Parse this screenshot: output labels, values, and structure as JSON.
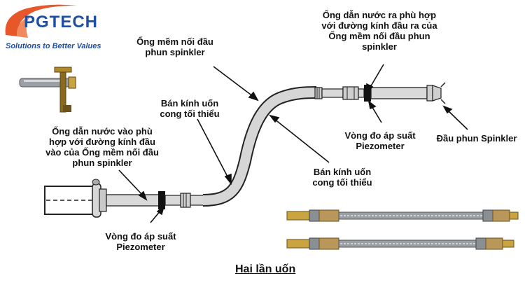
{
  "logo": {
    "brand": "PGTECH",
    "tagline": "Solutions to Better Values",
    "accent_color": "#e8572a",
    "brand_color": "#1f4fa3"
  },
  "labels": {
    "hose_connector": "Ống mềm nối đầu phun spinkler",
    "outlet_pipe": "Ống dẫn nước ra phù hợp với đường kính đầu ra của Ống mềm nối đầu phun spinkler",
    "bend_radius_top": "Bán kính uốn cong tối thiểu",
    "piezometer_right": "Vòng đo áp suất Piezometer",
    "sprinkler_head": "Đầu phun Spinkler",
    "inlet_pipe": "Ống dẫn nước vào phù hợp với đường kính đầu vào của Ống mềm nối đầu phun spinkler",
    "bend_radius_bottom": "Bán kính uốn cong tối thiểu",
    "piezometer_left": "Vòng đo áp suất Piezometer"
  },
  "caption": "Hai lần uốn",
  "icons": [
    "bracket-photo-icon",
    "hose-photo-icon",
    "sprinkler-head-icon",
    "piezometer-ring-icon"
  ]
}
